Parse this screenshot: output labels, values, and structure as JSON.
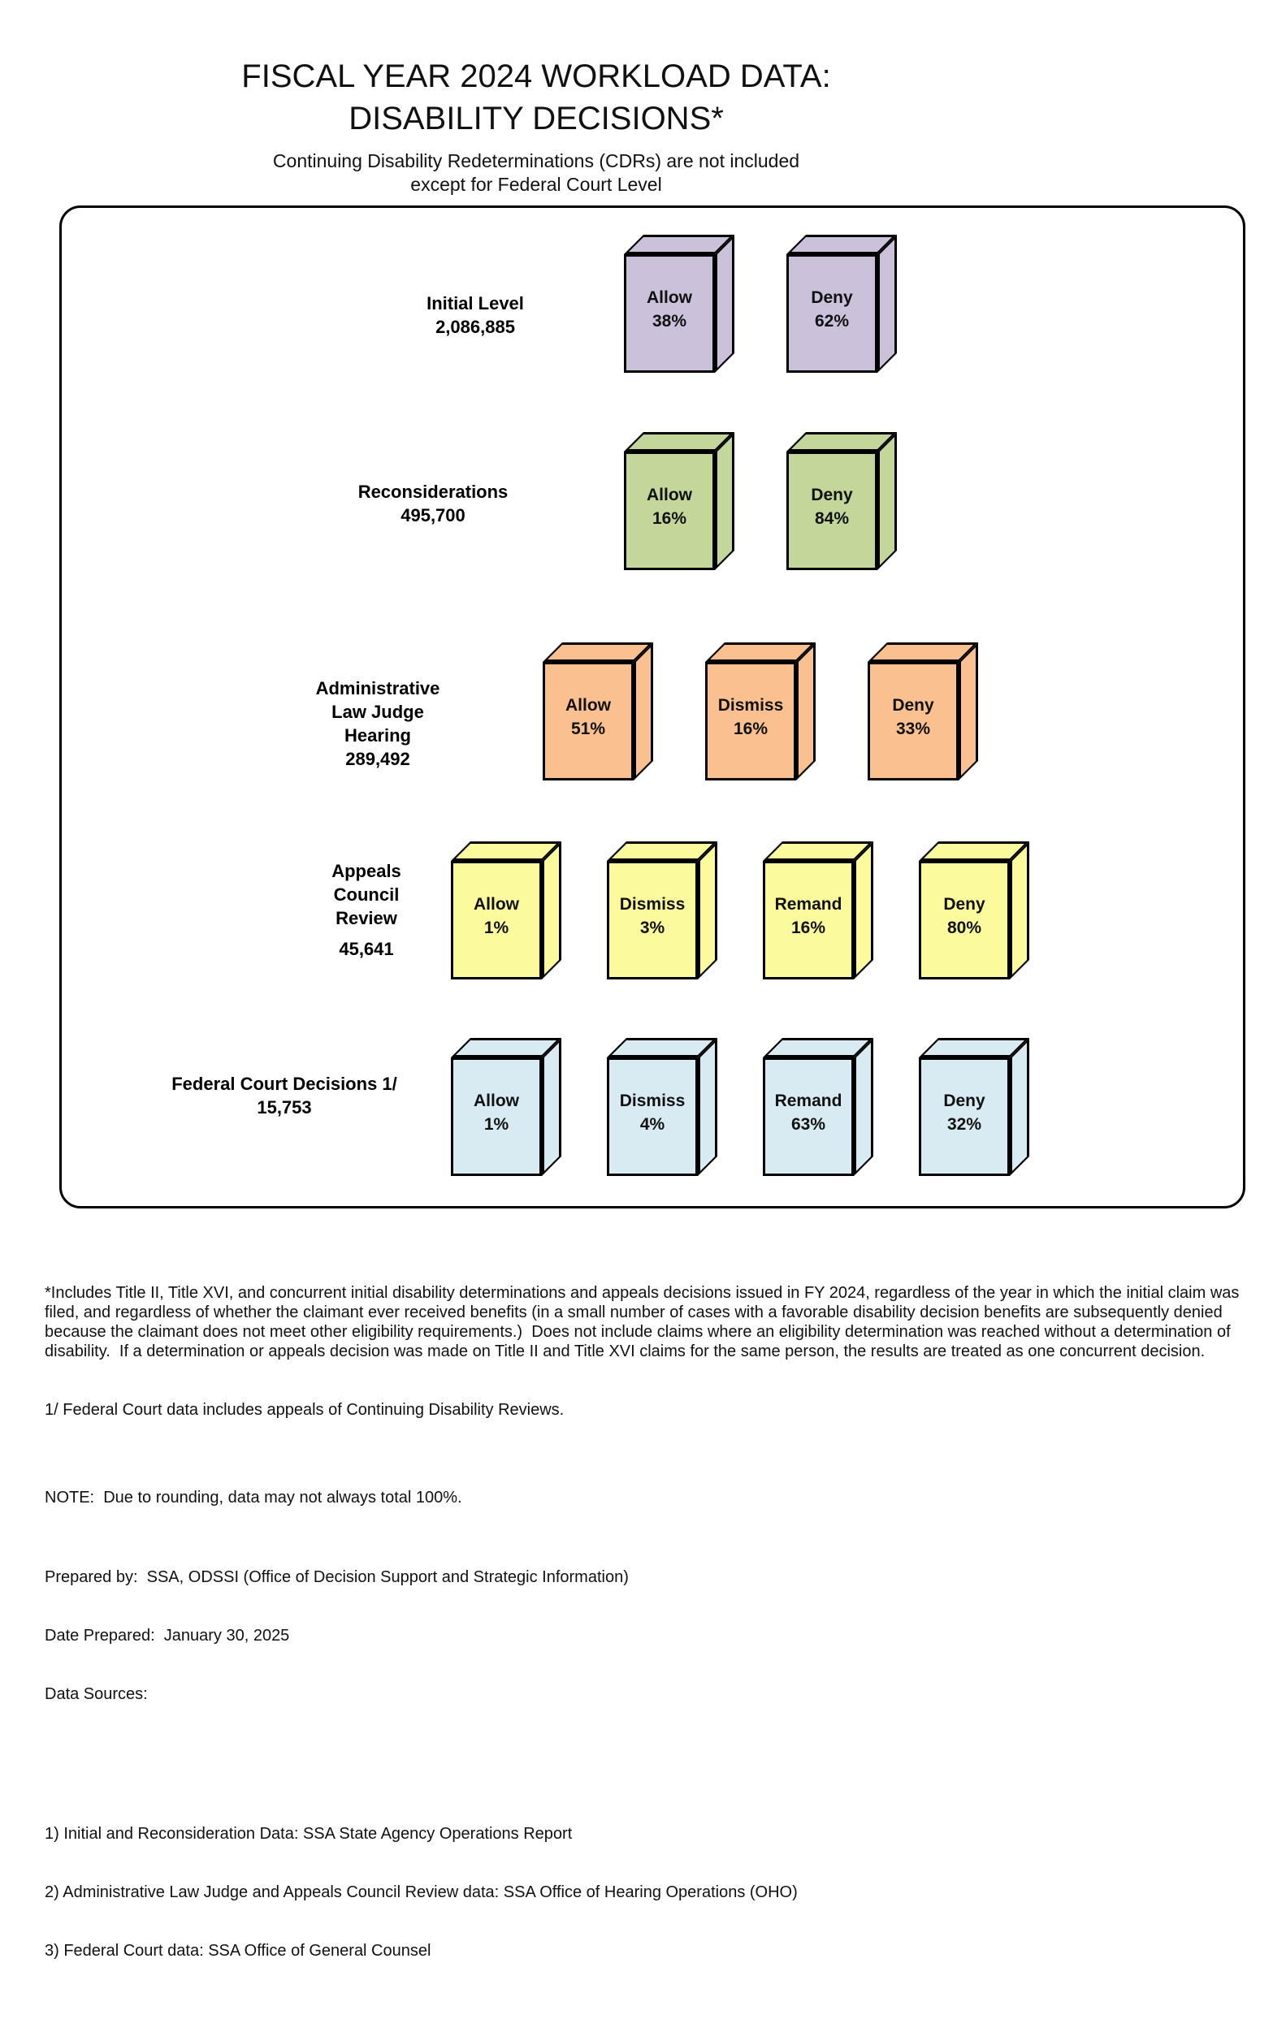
{
  "title": {
    "line1": "FISCAL YEAR 2024 WORKLOAD DATA:",
    "line2": "DISABILITY DECISIONS*",
    "subtitle_line1": "Continuing Disability Redeterminations (CDRs) are not included",
    "subtitle_line2": "except for Federal Court Level"
  },
  "chart_data": {
    "type": "bar",
    "title": "FISCAL YEAR 2024 WORKLOAD DATA: DISABILITY DECISIONS*",
    "subtitle": "Continuing Disability Redeterminations (CDRs) are not included except for Federal Court Level",
    "units": "percent of decisions at each adjudicative level",
    "rows": [
      {
        "level": "Initial Level",
        "level_lines": [
          "Initial Level"
        ],
        "total": "2,086,885",
        "color": "#CCC1DB",
        "outcomes": [
          {
            "label": "Allow",
            "pct": "38%",
            "value": 38
          },
          {
            "label": "Deny",
            "pct": "62%",
            "value": 62
          }
        ]
      },
      {
        "level": "Reconsiderations",
        "level_lines": [
          "Reconsiderations"
        ],
        "total": "495,700",
        "color": "#C3D79B",
        "outcomes": [
          {
            "label": "Allow",
            "pct": "16%",
            "value": 16
          },
          {
            "label": "Deny",
            "pct": "84%",
            "value": 84
          }
        ]
      },
      {
        "level": "Administrative Law Judge Hearing",
        "level_lines": [
          "Administrative",
          "Law Judge",
          "Hearing"
        ],
        "total": "289,492",
        "color": "#FAC090",
        "outcomes": [
          {
            "label": "Allow",
            "pct": "51%",
            "value": 51
          },
          {
            "label": "Dismiss",
            "pct": "16%",
            "value": 16
          },
          {
            "label": "Deny",
            "pct": "33%",
            "value": 33
          }
        ]
      },
      {
        "level": "Appeals Council Review",
        "level_lines": [
          "Appeals",
          "Council",
          "Review"
        ],
        "total": "45,641",
        "color": "#FBFB9E",
        "outcomes": [
          {
            "label": "Allow",
            "pct": "1%",
            "value": 1
          },
          {
            "label": "Dismiss",
            "pct": "3%",
            "value": 3
          },
          {
            "label": "Remand",
            "pct": "16%",
            "value": 16
          },
          {
            "label": "Deny",
            "pct": "80%",
            "value": 80
          }
        ]
      },
      {
        "level": "Federal Court Decisions 1/",
        "level_lines": [
          "Federal Court Decisions 1/"
        ],
        "total": "15,753",
        "color": "#D9EBF2",
        "outcomes": [
          {
            "label": "Allow",
            "pct": "1%",
            "value": 1
          },
          {
            "label": "Dismiss",
            "pct": "4%",
            "value": 4
          },
          {
            "label": "Remand",
            "pct": "63%",
            "value": 63
          },
          {
            "label": "Deny",
            "pct": "32%",
            "value": 32
          }
        ]
      }
    ]
  },
  "footnotes": {
    "main": "*Includes Title II, Title XVI, and concurrent initial disability determinations and appeals decisions issued in FY 2024, regardless of the year in which the initial claim was filed, and regardless of whether the claimant ever received benefits (in a small number of cases with a favorable disability decision benefits are subsequently denied because the claimant does not meet other eligibility requirements.)  Does not include claims where an eligibility determination was reached without a determination of disability.  If a determination or appeals decision was made on Title II and Title XVI claims for the same person, the results are treated as one concurrent decision.",
    "federal_court": "1/ Federal Court data includes appeals of Continuing Disability Reviews.",
    "note": "NOTE:  Due to rounding, data may not always total 100%.",
    "prepared_by": "Prepared by:  SSA, ODSSI (Office of Decision Support and Strategic Information)",
    "date_prepared": "Date Prepared:  January 30, 2025",
    "data_sources_label": "Data Sources:",
    "sources": [
      "1) Initial and Reconsideration Data: SSA State Agency Operations Report",
      "2) Administrative Law Judge and Appeals Council Review data: SSA Office of Hearing Operations (OHO)",
      "3) Federal Court data: SSA Office of General Counsel"
    ]
  }
}
